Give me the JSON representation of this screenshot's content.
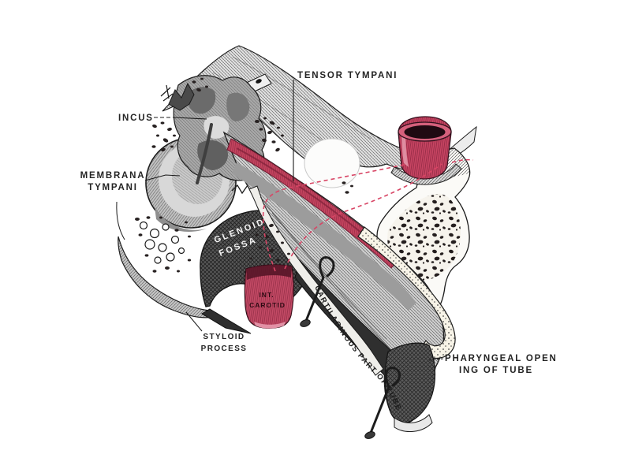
{
  "figure": {
    "palette": {
      "background": "#ffffff",
      "ink": "#1b1b1b",
      "bone_light": "#e0e0e0",
      "bone_dark": "#585858",
      "artery_red": "#c84563",
      "artery_red_dark": "#7c1f37",
      "dash_red": "#d84565"
    },
    "labels": {
      "tensor_tympani": "TENSOR TYMPANI",
      "incus": "INCUS",
      "membrana_tympani_line1": "MEMBRANA",
      "membrana_tympani_line2": "TYMPANI",
      "glenoid_fossa_line1": "GLENOID",
      "glenoid_fossa_line2": "FOSSA",
      "int_carotid_line1": "INT.",
      "int_carotid_line2": "CAROTID",
      "styloid_process_line1": "STYLOID",
      "styloid_process_line2": "PROCESS",
      "cartilaginous_part_of_tube": "CARTILAGINOUS PART OF TUBE",
      "pharyngeal_opening_line1": "PHARYNGEAL OPEN",
      "pharyngeal_opening_line2": "ING OF TUBE"
    }
  }
}
